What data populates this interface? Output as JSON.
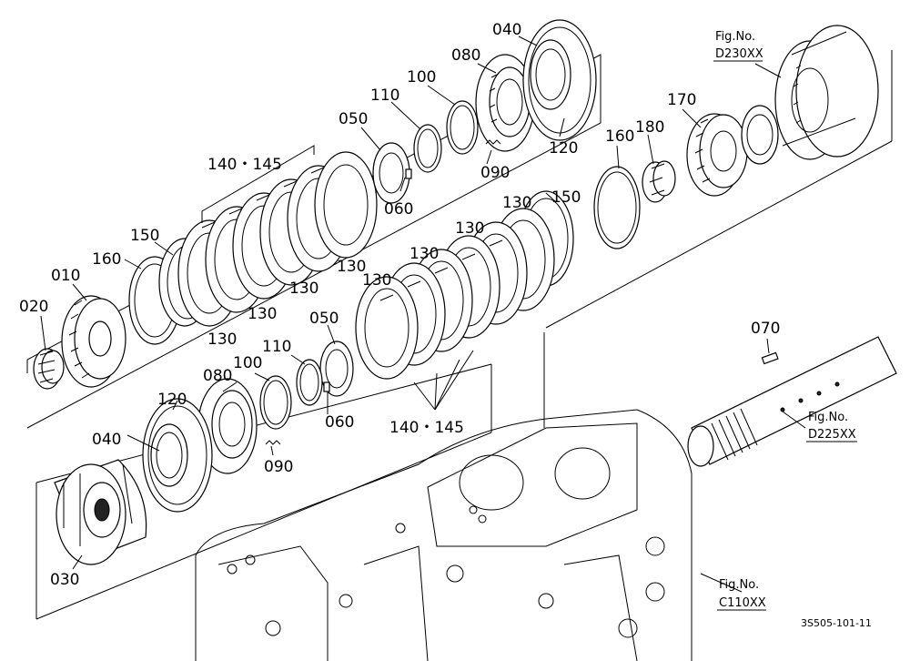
{
  "part_labels": {
    "p020": "020",
    "p010": "010",
    "p160a": "160",
    "p150a": "150",
    "p140a": "140・145",
    "p130a1": "130",
    "p130a2": "130",
    "p130a3": "130",
    "p130a4": "130",
    "p050a": "050",
    "p110a": "110",
    "p100a": "100",
    "p080a": "080",
    "p040a": "040",
    "p120a": "120",
    "p090a": "090",
    "p060a": "060",
    "p160b": "160",
    "p180": "180",
    "p170": "170",
    "p150b": "150",
    "p130b1": "130",
    "p130b2": "130",
    "p130b3": "130",
    "p130b4": "130",
    "p050b": "050",
    "p110b": "110",
    "p100b": "100",
    "p080b": "080",
    "p120b": "120",
    "p040b": "040",
    "p090b": "090",
    "p060b": "060",
    "p140b": "140・145",
    "p030": "030",
    "p070": "070"
  },
  "fig_refs": {
    "d230_prefix": "Fig.No.",
    "d230": "D230XX",
    "d225_prefix": "Fig.No.",
    "d225": "D225XX",
    "c110_prefix": "Fig.No.",
    "c110": "C110XX"
  },
  "drawing_code": "3S505-101-11"
}
